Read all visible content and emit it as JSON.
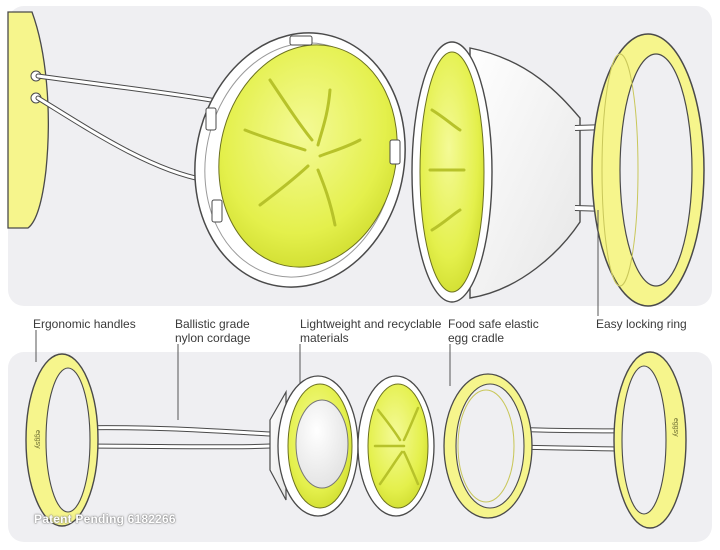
{
  "callouts": {
    "handles": "Ergonomic handles",
    "cordage_line1": "Ballistic grade",
    "cordage_line2": "nylon cordage",
    "materials_line1": "Lightweight and recyclable",
    "materials_line2": "materials",
    "cradle_line1": "Food safe elastic",
    "cradle_line2": "egg cradle",
    "ring": "Easy locking ring"
  },
  "watermark": "Patent Pending 6182266",
  "colors": {
    "shell_yellow": "#e8f25a",
    "ring_yellow": "#f6f58c",
    "white_part": "#f7f7f7",
    "outline": "#4a4a4a",
    "panel_background": "#efeff2"
  }
}
